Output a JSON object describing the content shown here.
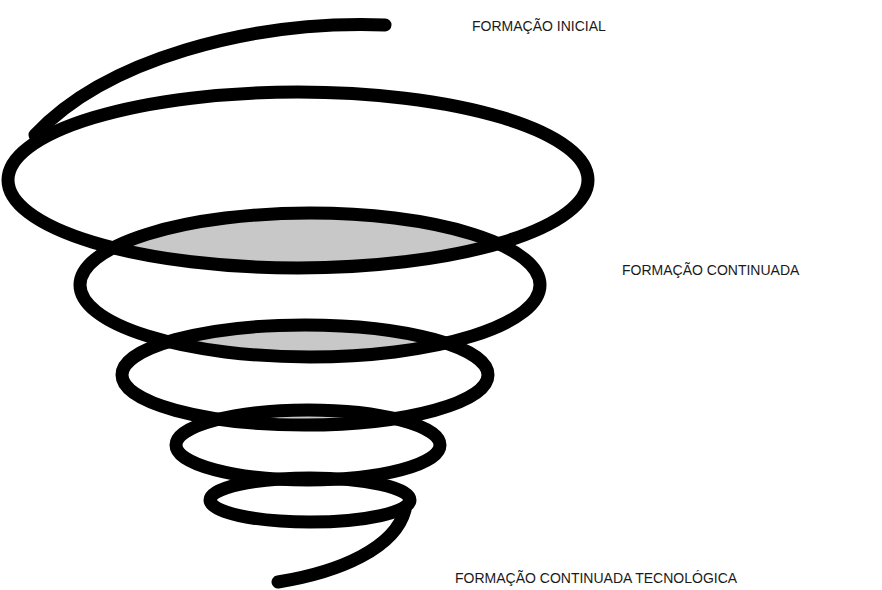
{
  "diagram": {
    "labels": [
      "FORMAÇÃO INICIAL",
      "FORMAÇÃO CONTINUADA",
      "FORMAÇÃO CONTINUADA TECNOLÓGICA"
    ]
  }
}
